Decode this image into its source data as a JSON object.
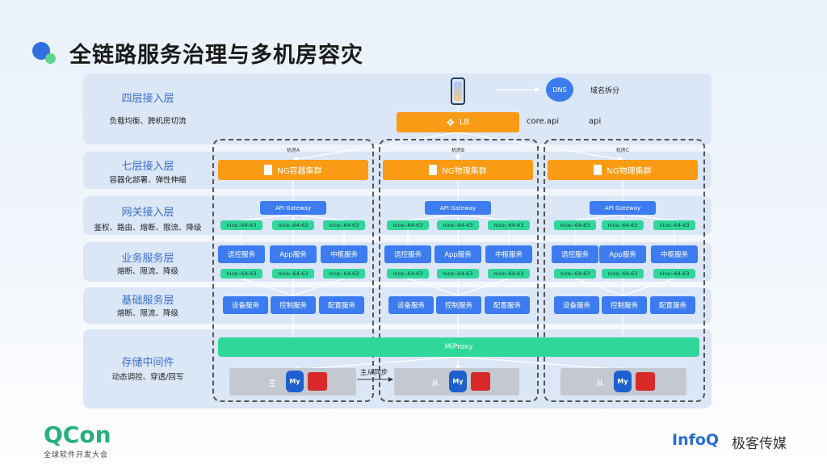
{
  "title": "全链路服务治理与多机房容灾",
  "layers": [
    {
      "title": "四层接入层",
      "desc": "负载均衡、跨机房切流"
    },
    {
      "title": "七层接入层",
      "desc": "容器化部署、弹性伸缩"
    },
    {
      "title": "网关接入层",
      "desc": "鉴权、路由、熔断、限流、降级"
    },
    {
      "title": "业务服务层",
      "desc": "熔断、限流、降级"
    },
    {
      "title": "基础服务层",
      "desc": "熔断、限流、降级"
    },
    {
      "title": "存储中间件",
      "desc": "动态调控、穿透/回写"
    }
  ],
  "top": {
    "dns": "DNS",
    "domain_split": "域名拆分",
    "lb": "LB",
    "core_api": "core.api",
    "api": "api"
  },
  "rooms": [
    {
      "label": "机房A",
      "ng": "NG容器集群"
    },
    {
      "label": "机房B",
      "ng": "NG物理集群"
    },
    {
      "label": "机房C",
      "ng": "NG物理集群"
    }
  ],
  "gateway": "API Gateway",
  "nice": "nice:-64-63",
  "services": [
    "语控服务",
    "App服务",
    "中枢服务"
  ],
  "base_services": [
    "设备服务",
    "控制服务",
    "配置服务"
  ],
  "miproxy": "MiProxy",
  "storage": {
    "master": "主",
    "slave": "从",
    "sync": "主从同步",
    "mysql": "My"
  },
  "footer": {
    "qcon": "QCon",
    "qcon_sub": "全球软件开发大会",
    "infoq": "InfoQ",
    "jike": "极客传媒"
  },
  "colors": {
    "orange": "#f99b14",
    "blue": "#3d7cf0",
    "green": "#2fd79a",
    "band": "#dbe6f6",
    "layer_title": "#3b6fd0"
  }
}
